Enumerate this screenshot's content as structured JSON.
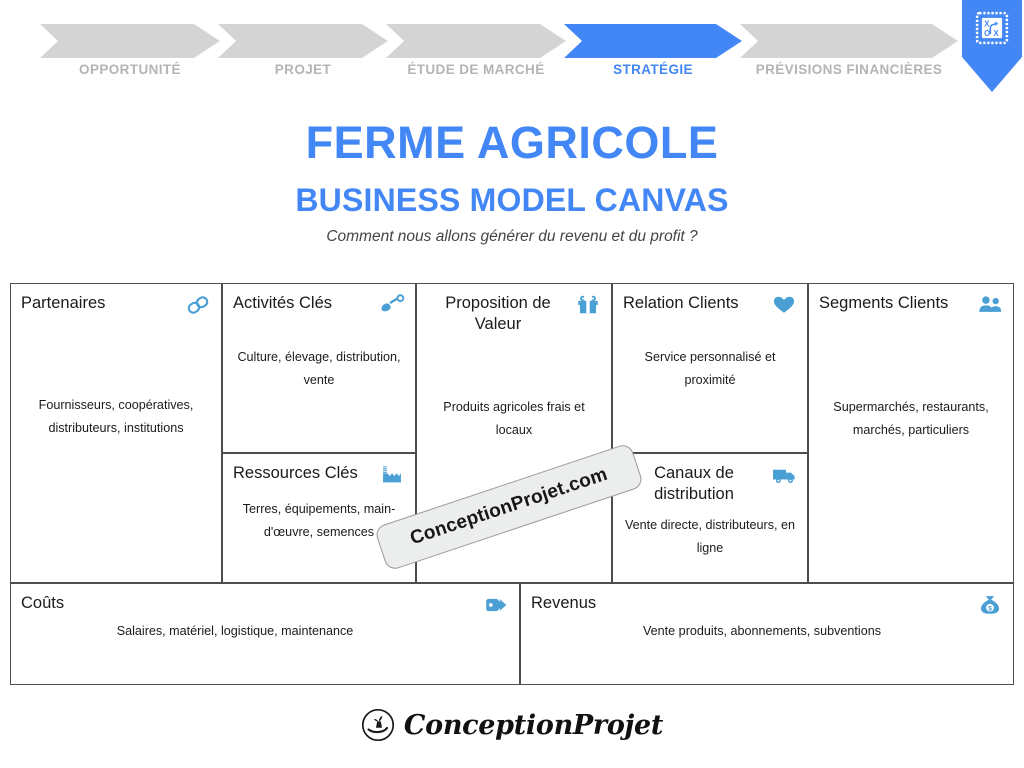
{
  "stepper": {
    "steps": [
      {
        "label": "OPPORTUNITÉ",
        "active": false
      },
      {
        "label": "PROJET",
        "active": false
      },
      {
        "label": "ÉTUDE DE MARCHÉ",
        "active": false
      },
      {
        "label": "STRATÉGIE",
        "active": true
      },
      {
        "label": "PRÉVISIONS FINANCIÈRES",
        "active": false
      }
    ],
    "stage_marker_icon": "strategy-board-icon",
    "active_color": "#4287f5",
    "inactive_color": "#d4d4d4",
    "inactive_label_color": "#b4b4b4"
  },
  "header": {
    "title": "FERME AGRICOLE",
    "subtitle": "BUSINESS MODEL CANVAS",
    "tagline": "Comment nous allons générer du revenu et du profit ?",
    "title_color": "#4287f5"
  },
  "canvas": {
    "blocks": {
      "partners": {
        "title": "Partenaires",
        "icon": "chain-link-icon",
        "body": "Fournisseurs, coopératives, distributeurs, institutions"
      },
      "activities": {
        "title": "Activités Clés",
        "icon": "shovel-icon",
        "body": "Culture, élevage, distribution, vente"
      },
      "resources": {
        "title": "Ressources Clés",
        "icon": "factory-icon",
        "body": "Terres, équipements, main-d'œuvre, semences"
      },
      "value": {
        "title": "Proposition de Valeur",
        "icon": "gift-icon",
        "body": "Produits agricoles frais et locaux"
      },
      "relations": {
        "title": "Relation Clients",
        "icon": "heart-icon",
        "body": "Service personnalisé et proximité"
      },
      "channels": {
        "title": "Canaux de distribution",
        "icon": "delivery-truck-icon",
        "body": "Vente directe, distributeurs, en ligne"
      },
      "segments": {
        "title": "Segments Clients",
        "icon": "users-group-icon",
        "body": "Supermarchés, restaurants, marchés, particuliers"
      },
      "costs": {
        "title": "Coûts",
        "icon": "price-tag-icon",
        "body": "Salaires, matériel, logistique, maintenance"
      },
      "revenues": {
        "title": "Revenus",
        "icon": "money-bag-icon",
        "body": "Vente produits, abonnements, subventions"
      }
    },
    "icon_color": "#4a9fd5",
    "border_color": "#4d4d4d"
  },
  "watermark": {
    "text": "ConceptionProjet.com"
  },
  "footer": {
    "brand": "ConceptionProjet",
    "logo_icon": "hand-seedling-circle-icon"
  }
}
